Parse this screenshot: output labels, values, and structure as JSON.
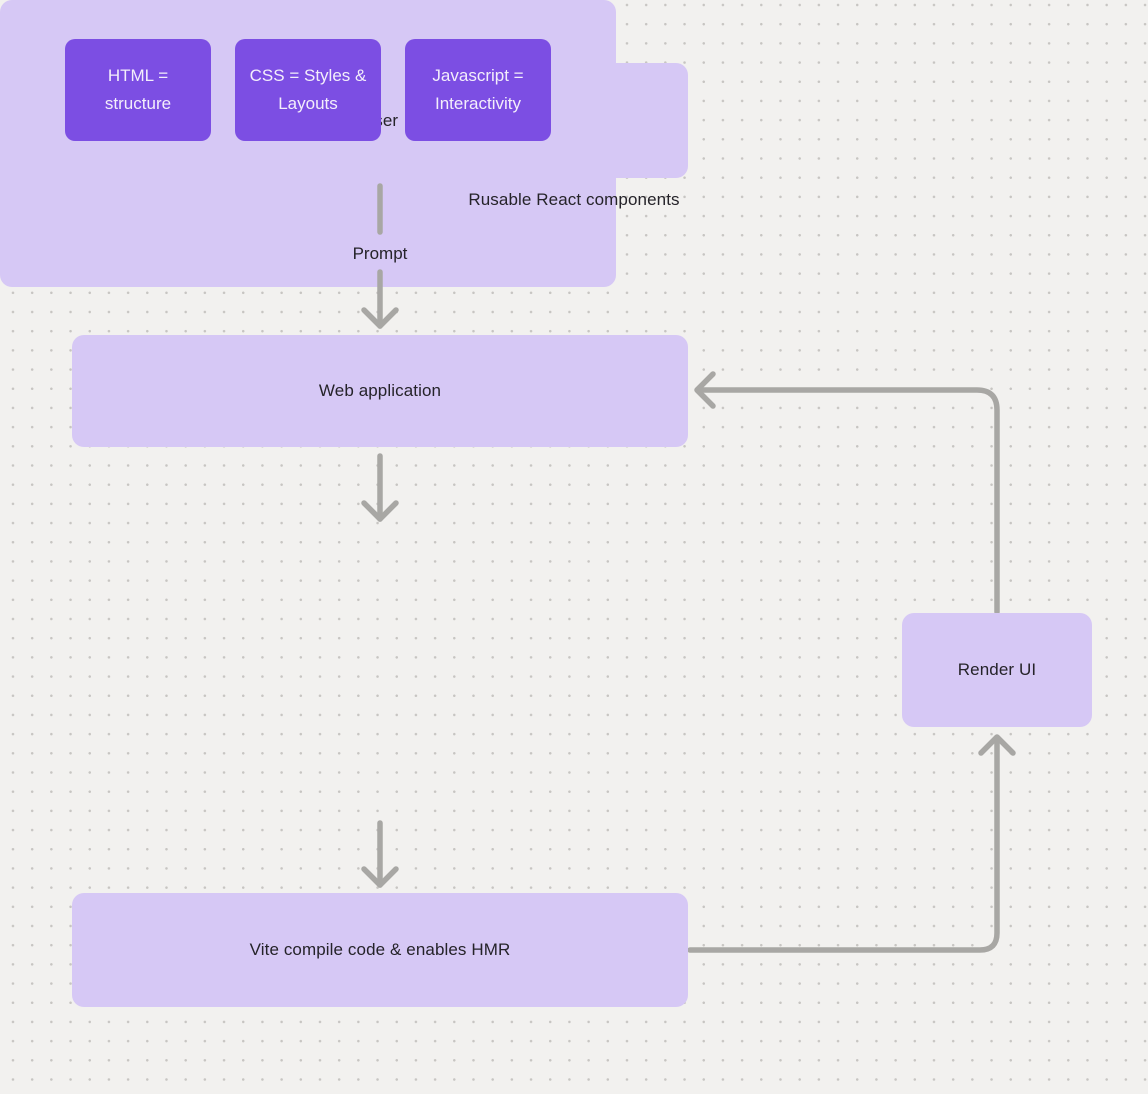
{
  "diagram": {
    "nodes": {
      "user": {
        "label": "User"
      },
      "web_application": {
        "label": "Web application"
      },
      "components_group": {
        "label": "Rusable React components",
        "children": [
          {
            "label": "HTML = structure"
          },
          {
            "label": "CSS = Styles & Layouts"
          },
          {
            "label": "Javascript = Interactivity"
          }
        ]
      },
      "vite": {
        "label": "Vite compile code & enables HMR"
      },
      "render_ui": {
        "label": "Render UI"
      }
    },
    "edges": {
      "prompt_label": "Prompt"
    },
    "colors": {
      "background": "#f2f1ef",
      "dot": "#c7c5c2",
      "node_light": "#d6c8f5",
      "node_dark": "#7c4ee3",
      "arrow": "#a8a7a4",
      "text_dark": "#252329",
      "text_light": "#f3eefb"
    }
  }
}
